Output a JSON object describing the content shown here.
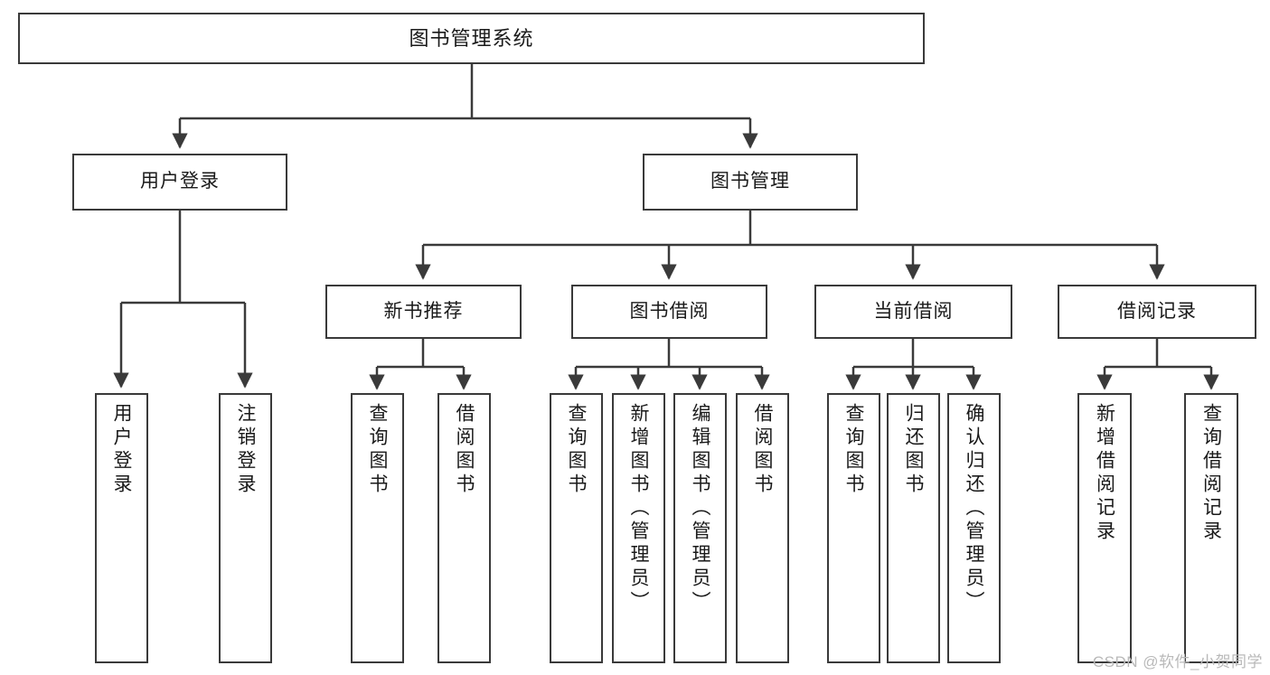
{
  "diagram": {
    "type": "tree-hierarchy-chart",
    "title": "图书管理系统",
    "root": {
      "id": "root",
      "label": "图书管理系统"
    },
    "level1": [
      {
        "id": "user-login",
        "label": "用户登录"
      },
      {
        "id": "book-manage",
        "label": "图书管理"
      }
    ],
    "level2": [
      {
        "id": "new-book-recommend",
        "label": "新书推荐",
        "parent": "book-manage"
      },
      {
        "id": "book-borrow",
        "label": "图书借阅",
        "parent": "book-manage"
      },
      {
        "id": "current-borrow",
        "label": "当前借阅",
        "parent": "book-manage"
      },
      {
        "id": "borrow-record",
        "label": "借阅记录",
        "parent": "book-manage"
      }
    ],
    "leaves": [
      {
        "id": "leaf-user-login",
        "label": "用户登录",
        "parent": "user-login"
      },
      {
        "id": "leaf-user-logout",
        "label": "注销登录",
        "parent": "user-login"
      },
      {
        "id": "leaf-query-book-1",
        "label": "查询图书",
        "parent": "new-book-recommend"
      },
      {
        "id": "leaf-borrow-book-1",
        "label": "借阅图书",
        "parent": "new-book-recommend"
      },
      {
        "id": "leaf-query-book-2",
        "label": "查询图书",
        "parent": "book-borrow"
      },
      {
        "id": "leaf-add-book",
        "label": "新增图书（管理员）",
        "parent": "book-borrow"
      },
      {
        "id": "leaf-edit-book",
        "label": "编辑图书（管理员）",
        "parent": "book-borrow"
      },
      {
        "id": "leaf-borrow-book-2",
        "label": "借阅图书",
        "parent": "book-borrow"
      },
      {
        "id": "leaf-query-book-3",
        "label": "查询图书",
        "parent": "current-borrow"
      },
      {
        "id": "leaf-return-book",
        "label": "归还图书",
        "parent": "current-borrow"
      },
      {
        "id": "leaf-confirm-return",
        "label": "确认归还（管理员）",
        "parent": "current-borrow"
      },
      {
        "id": "leaf-add-record",
        "label": "新增借阅记录",
        "parent": "borrow-record"
      },
      {
        "id": "leaf-query-record",
        "label": "查询借阅记录",
        "parent": "borrow-record"
      }
    ],
    "watermark": "CSDN @软件_小贺同学",
    "colors": {
      "stroke": "#3a3a3a",
      "background": "#ffffff",
      "text": "#1a1a1a",
      "watermark": "#b9b9b9"
    }
  }
}
